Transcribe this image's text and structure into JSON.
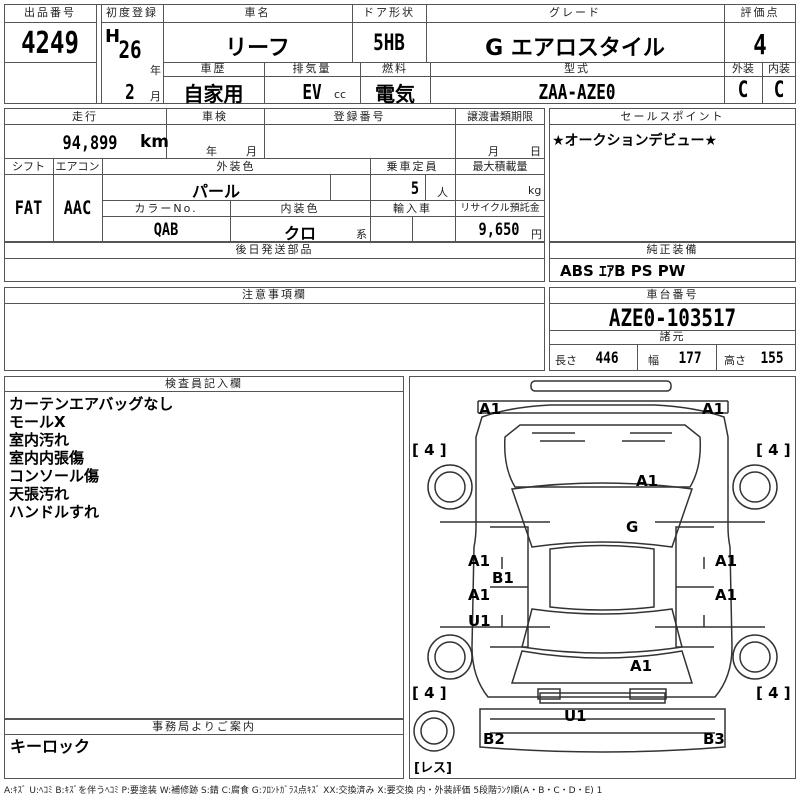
{
  "header": {
    "lot_label": "出品番号",
    "lot": "4249",
    "reg_label": "初度登録",
    "era": "H",
    "year": "26",
    "year_unit": "年",
    "month": "2",
    "month_unit": "月",
    "model_label": "車名",
    "model": "リーフ",
    "door_label": "ドア形状",
    "door": "5HB",
    "grade_label": "グレード",
    "grade": "G エアロスタイル",
    "score_label": "評価点",
    "score": "4",
    "history_label": "車歴",
    "history": "自家用",
    "displacement_label": "排気量",
    "displacement": "EV",
    "cc": "cc",
    "fuel_label": "燃料",
    "fuel": "電気",
    "type_label": "型式",
    "type": "ZAA-AZE0",
    "ext_label": "外装",
    "ext": "C",
    "int_label": "内装",
    "int": "C"
  },
  "details": {
    "mileage_label": "走行",
    "mileage": "94,899",
    "km": "km",
    "inspection_label": "車検",
    "insp_year": "年",
    "insp_month": "月",
    "regno_label": "登録番号",
    "transfer_label": "譲渡書類期限",
    "transfer_month": "月",
    "transfer_day": "日",
    "shift_label": "シフト",
    "shift": "FAT",
    "ac_label": "エアコン",
    "ac": "AAC",
    "color_label": "外装色",
    "color": "パール",
    "capacity_label": "乗車定員",
    "capacity": "5",
    "capacity_unit": "人",
    "load_label": "最大積載量",
    "load_unit": "kg",
    "colorno_label": "カラーNo.",
    "colorno": "QAB",
    "intcolor_label": "内装色",
    "intcolor": "クロ",
    "intcolor_unit": "系",
    "import_label": "輸入車",
    "recycle_label": "リサイクル預託金",
    "recycle": "9,650",
    "recycle_unit": "円",
    "later_label": "後日発送部品"
  },
  "sales_point": {
    "label": "セールスポイント",
    "text": "★オークションデビュー★"
  },
  "equipment": {
    "label": "純正装備",
    "text": "ABS ｴｱB PS PW"
  },
  "caution": {
    "label": "注意事項欄"
  },
  "chassis": {
    "label": "車台番号",
    "number": "AZE0-103517",
    "spec_label": "諸元",
    "length_label": "長さ",
    "length": "446",
    "width_label": "幅",
    "width": "177",
    "height_label": "高さ",
    "height": "155"
  },
  "inspector": {
    "label": "検査員記入欄",
    "notes": [
      "カーテンエアバッグなし",
      "モールX",
      "室内汚れ",
      "室内内張傷",
      "コンソール傷",
      "天張汚れ",
      "ハンドルすれ"
    ]
  },
  "office": {
    "label": "事務局よりご案内",
    "text": "キーロック"
  },
  "diagram": {
    "marks": {
      "a1_fl": "A1",
      "a1_fr": "A1",
      "a1_hood": "A1",
      "g_glass": "G",
      "a1_ld": "A1",
      "b1_l": "B1",
      "a1_lr": "A1",
      "u1_l": "U1",
      "a1_rd": "A1",
      "a1_rr": "A1",
      "a1_trunk": "A1",
      "u1_rear": "U1",
      "b2": "B2",
      "b3": "B3"
    },
    "tires": {
      "fl": "4",
      "fr": "4",
      "rl": "4",
      "rr": "4",
      "spare": "レス"
    }
  },
  "legend": "A:ｷｽﾞ U:ﾍｺﾐ B:ｷｽﾞを伴うﾍｺﾐ P:要塗装 W:補修跡 S:錆 C:腐食 G:ﾌﾛﾝﾄｶﾞﾗｽ点ｷｽﾞ XX:交換済み X:要交換  内・外装評価 5段階ﾗﾝｸ順(A・B・C・D・E) 1"
}
